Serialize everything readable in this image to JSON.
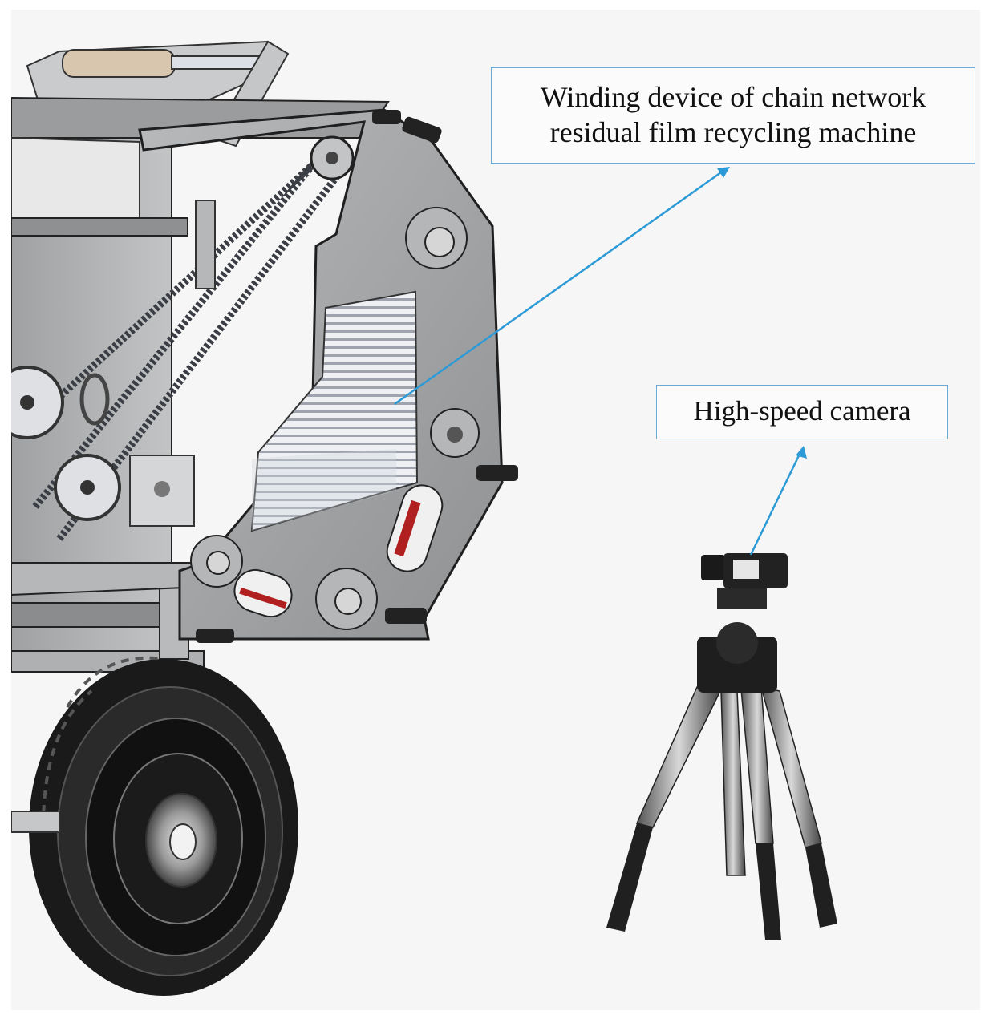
{
  "labels": {
    "winding_line1": "Winding device of chain network",
    "winding_line2": "residual film recycling machine",
    "camera": "High-speed camera"
  },
  "colors": {
    "background": "#f6f6f6",
    "label_border": "#6aa9d8",
    "arrow": "#2b9ad6",
    "machine_panel": "#a4a6a8",
    "tire": "#1a1a1a"
  }
}
